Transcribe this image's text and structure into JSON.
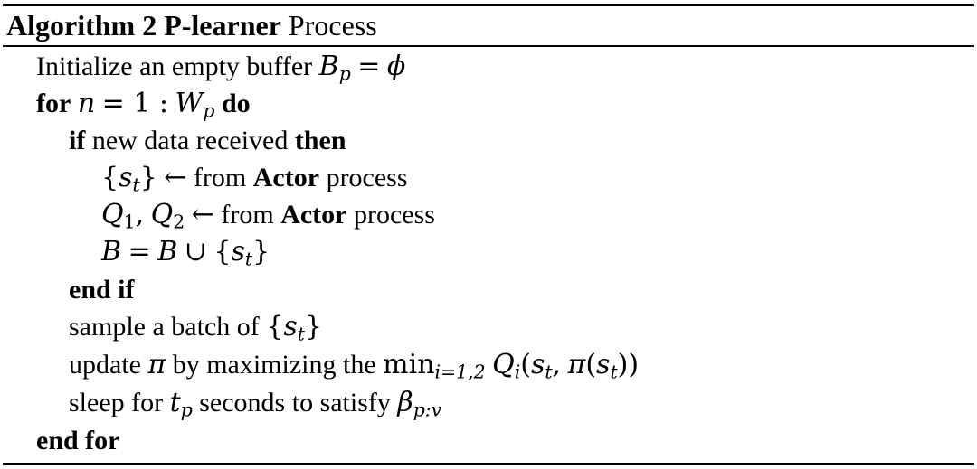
{
  "algorithm": {
    "caption_label": "Algorithm 2",
    "caption_name": "P-learner",
    "caption_rest": "Process"
  },
  "lines": {
    "l1_text": "Initialize an empty buffer",
    "l1_var": "B",
    "l1_sub": "p",
    "l1_eq": "=",
    "l1_phi": "ϕ",
    "l2_kw": "for",
    "l2_n": "n",
    "l2_eq": "= 1 :",
    "l2_W": "W",
    "l2_sub": "p",
    "l2_do": "do",
    "l3_kw": "if",
    "l3_text": "new data received",
    "l3_then": "then",
    "l4_open": "{",
    "l4_s": "s",
    "l4_sub": "t",
    "l4_close": "}",
    "l4_arrow": "←",
    "l4_from": "from",
    "l4_actor": "Actor",
    "l4_process": "process",
    "l5_Q1": "Q",
    "l5_sub1": "1",
    "l5_comma": ",",
    "l5_Q2": "Q",
    "l5_sub2": "2",
    "l5_arrow": "←",
    "l5_from": "from",
    "l5_actor": "Actor",
    "l5_process": "process",
    "l6_B1": "B",
    "l6_eq": "=",
    "l6_B2": "B",
    "l6_cup": "∪",
    "l6_open": "{",
    "l6_s": "s",
    "l6_sub": "t",
    "l6_close": "}",
    "l7_text": "end if",
    "l8_text": "sample a batch of",
    "l8_open": "{",
    "l8_s": "s",
    "l8_sub": "t",
    "l8_close": "}",
    "l9_text1": "update",
    "l9_pi": "π",
    "l9_text2": "by maximizing the",
    "l9_min": "min",
    "l9_minsub": "i=1,2",
    "l9_Q": "Q",
    "l9_Qsub": "i",
    "l9_open": "(",
    "l9_s1": "s",
    "l9_s1sub": "t",
    "l9_comma": ",",
    "l9_pi2": "π",
    "l9_open2": "(",
    "l9_s2": "s",
    "l9_s2sub": "t",
    "l9_close": "))",
    "l10_text1": "sleep for",
    "l10_t": "t",
    "l10_tsub": "p",
    "l10_text2": "seconds to satisfy",
    "l10_beta": "β",
    "l10_betasub": "p:v",
    "l11_text": "end for"
  }
}
